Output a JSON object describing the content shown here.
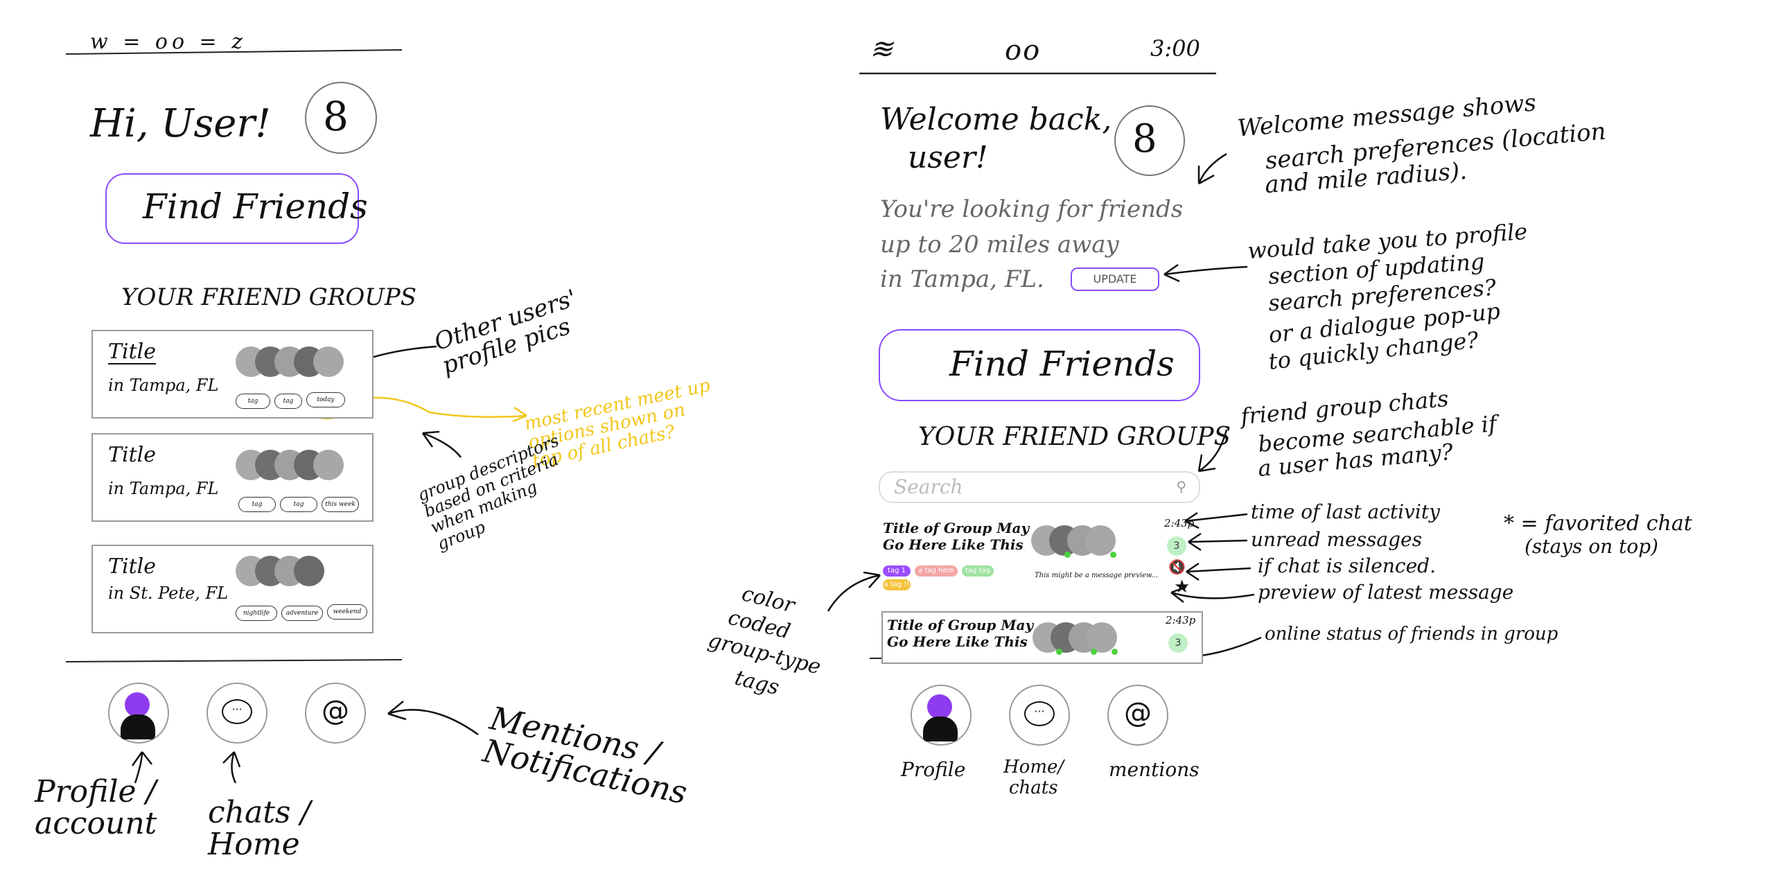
{
  "left_sketch": {
    "status_bar": "w = oo =    z",
    "greeting": "Hi, User!",
    "find_button": "Find Friends",
    "section_title": "YOUR FRIEND GROUPS",
    "groups": [
      {
        "title": "Title",
        "location": "in Tampa, FL",
        "tags": [
          "tag",
          "tag",
          "today"
        ]
      },
      {
        "title": "Title",
        "location": "in Tampa, FL",
        "tags": [
          "tag",
          "tag",
          "this week"
        ]
      },
      {
        "title": "Title",
        "location": "in St. Pete, FL",
        "tags": [
          "nightlife",
          "adventure",
          "weekend"
        ]
      }
    ],
    "annotations": {
      "profile_pics": "Other users' profile pics",
      "meet_up": "most recent meet up options shown on top of all chats?",
      "descriptors": "group descriptors based on criteria when making group",
      "profile": "Profile / account",
      "chats": "chats / Home",
      "mentions": "Mentions / Notifications"
    }
  },
  "right_sketch": {
    "status_bar": {
      "left": "≋",
      "center": "oo",
      "time": "3:00"
    },
    "welcome": [
      "Welcome back,",
      "user!"
    ],
    "search_pref": [
      "You're looking for friends",
      "up to 20 miles away",
      "in Tampa, FL."
    ],
    "update_button": "UPDATE",
    "find_button": "Find Friends",
    "section_title": "YOUR FRIEND GROUPS",
    "search_placeholder": "Search",
    "chats": [
      {
        "title": [
          "Title of Group May",
          "Go Here Like This"
        ],
        "time": "2:43p",
        "unread": "3",
        "preview": "This might be a message preview..."
      },
      {
        "title": [
          "Title of Group May",
          "Go Here Like This"
        ],
        "time": "2:43p",
        "unread": "3"
      }
    ],
    "tags": [
      {
        "label": "tag 1",
        "color": "#9b4dff"
      },
      {
        "label": "a tag here",
        "color": "#f4a6a6"
      },
      {
        "label": "tag tag",
        "color": "#9fe2a0"
      },
      {
        "label": "a tag !!",
        "color": "#f5c33b"
      }
    ],
    "nav_labels": [
      "Profile",
      [
        "Home/",
        "chats"
      ],
      "mentions"
    ],
    "annotations": {
      "welcome": [
        "Welcome message shows",
        "search preferences (location",
        "and mile radius)."
      ],
      "update": [
        "would take you to profile",
        "section of updating",
        "search preferences?",
        "or a dialogue pop-up",
        "to quickly change?"
      ],
      "searchable": [
        "friend group chats",
        "become searchable if",
        "a user has many?"
      ],
      "activity": "time of last activity",
      "unread": "unread messages",
      "silenced": "if chat is silenced.",
      "preview": "preview of latest message",
      "favorited": [
        "* = favorited chat",
        "(stays on top)"
      ],
      "online": "online status of friends in group",
      "color_tags": [
        "color",
        "coded",
        "group-type",
        "tags"
      ]
    }
  },
  "colors": {
    "accent": "#8c4bff",
    "yellow": "#f2c61a",
    "online": "#4cd13e",
    "badge": "#bff0c5"
  }
}
